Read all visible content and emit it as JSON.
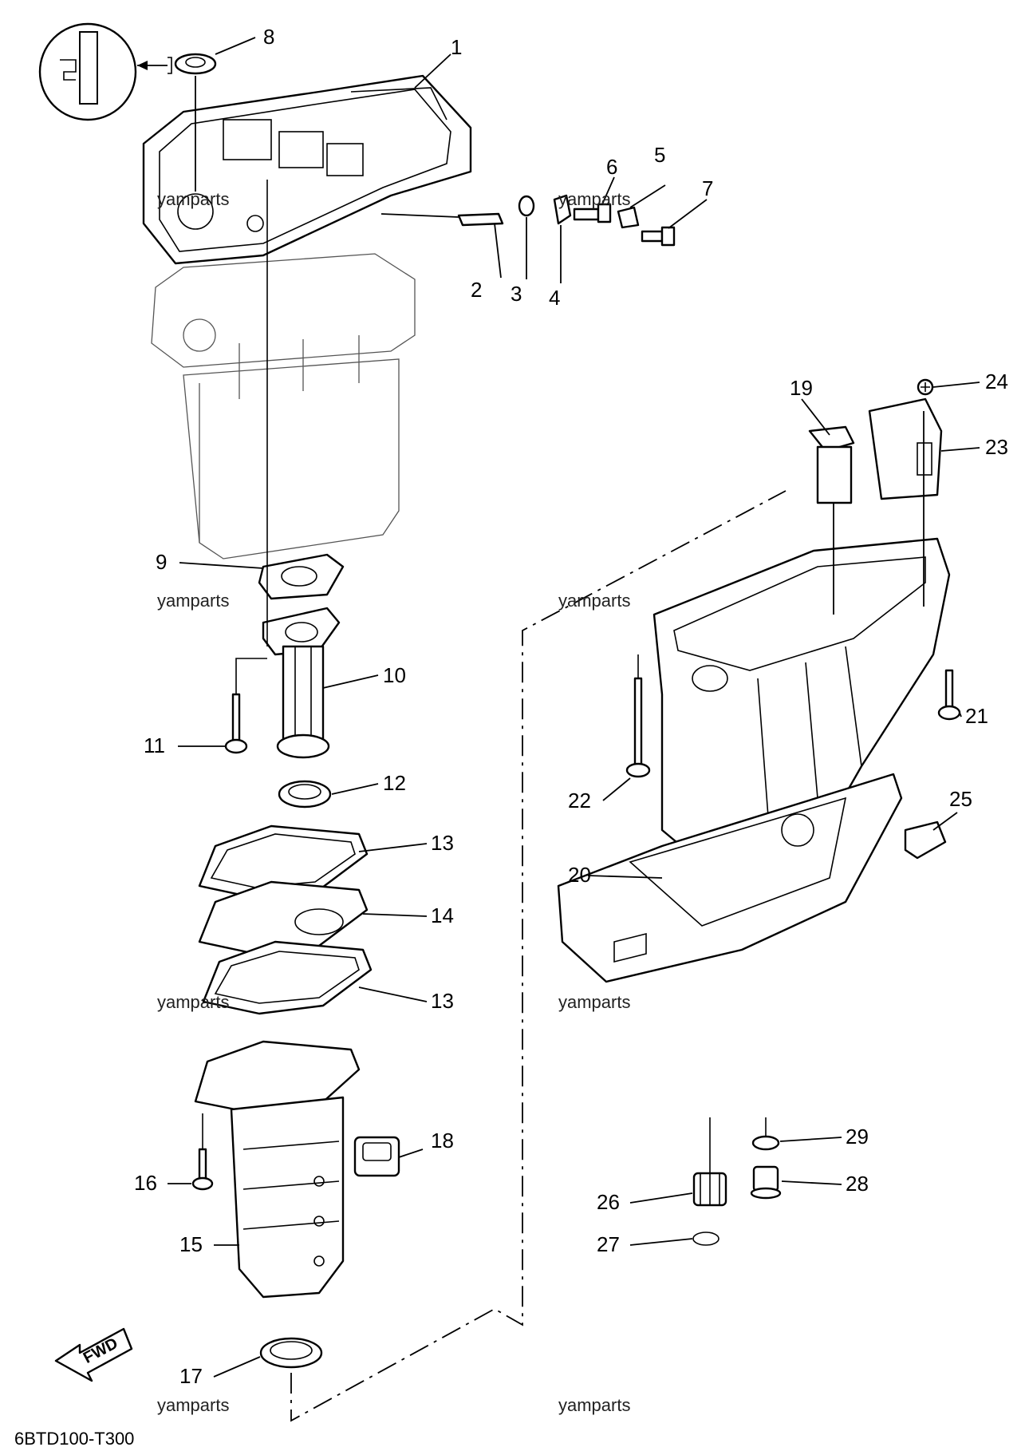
{
  "diagram": {
    "code": "6BTD100-T300",
    "fwd_label": "FWD",
    "watermark": "yamparts",
    "callouts": [
      "1",
      "2",
      "3",
      "4",
      "5",
      "6",
      "7",
      "8",
      "9",
      "10",
      "11",
      "12",
      "13",
      "14",
      "13",
      "15",
      "16",
      "17",
      "18",
      "19",
      "20",
      "21",
      "22",
      "23",
      "24",
      "25",
      "26",
      "27",
      "28",
      "29"
    ]
  }
}
